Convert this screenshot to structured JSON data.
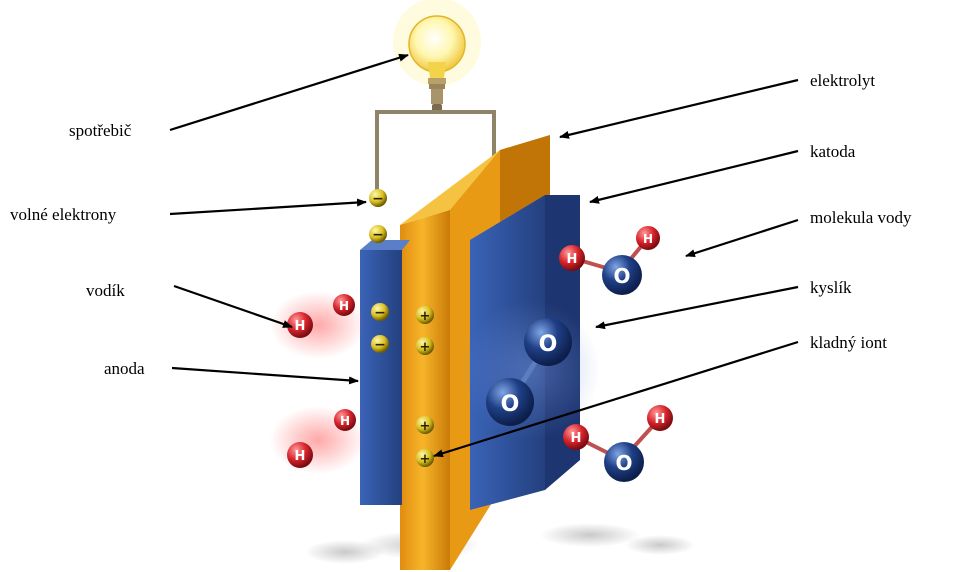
{
  "labels": {
    "spotrebic": "spotřebič",
    "volne_elektrony": "volné elektrony",
    "vodik": "vodík",
    "anoda": "anoda",
    "elektrolyt": "elektrolyt",
    "katoda": "katoda",
    "molekula_vody": "molekula vody",
    "kyslik": "kyslík",
    "kladny_iont": "kladný iont"
  },
  "symbols": {
    "hydrogen": "H",
    "oxygen": "O",
    "electron": "−",
    "ion": "+"
  },
  "colors": {
    "electrolyte": "#f3a81c",
    "electrode": "#2e4f9a",
    "hydrogen": "#d8242c",
    "oxygen": "#1f3f86",
    "charge": "#e5cf2a",
    "bulb": "#fff3a0",
    "wire": "#9a8a6a"
  }
}
